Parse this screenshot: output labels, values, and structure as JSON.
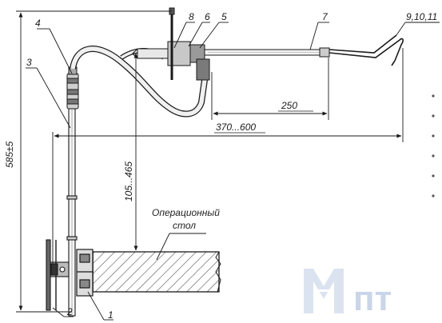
{
  "callouts": {
    "c1": "1",
    "c2": "2",
    "c3": "3",
    "c4": "4",
    "c5": "5",
    "c6": "6",
    "c7": "7",
    "c8": "8",
    "c9": "9,10,11"
  },
  "dimensions": {
    "total_height": "585±5",
    "range_vertical": "105...465",
    "reach": "370...600",
    "spring_length": "250"
  },
  "table_label": {
    "line1": "Операционный",
    "line2": "стол"
  },
  "watermark": {
    "text": "пт"
  },
  "colors": {
    "line": "#1a1a1a",
    "watermark": "#c9d5ea",
    "hatch": "#555555"
  }
}
